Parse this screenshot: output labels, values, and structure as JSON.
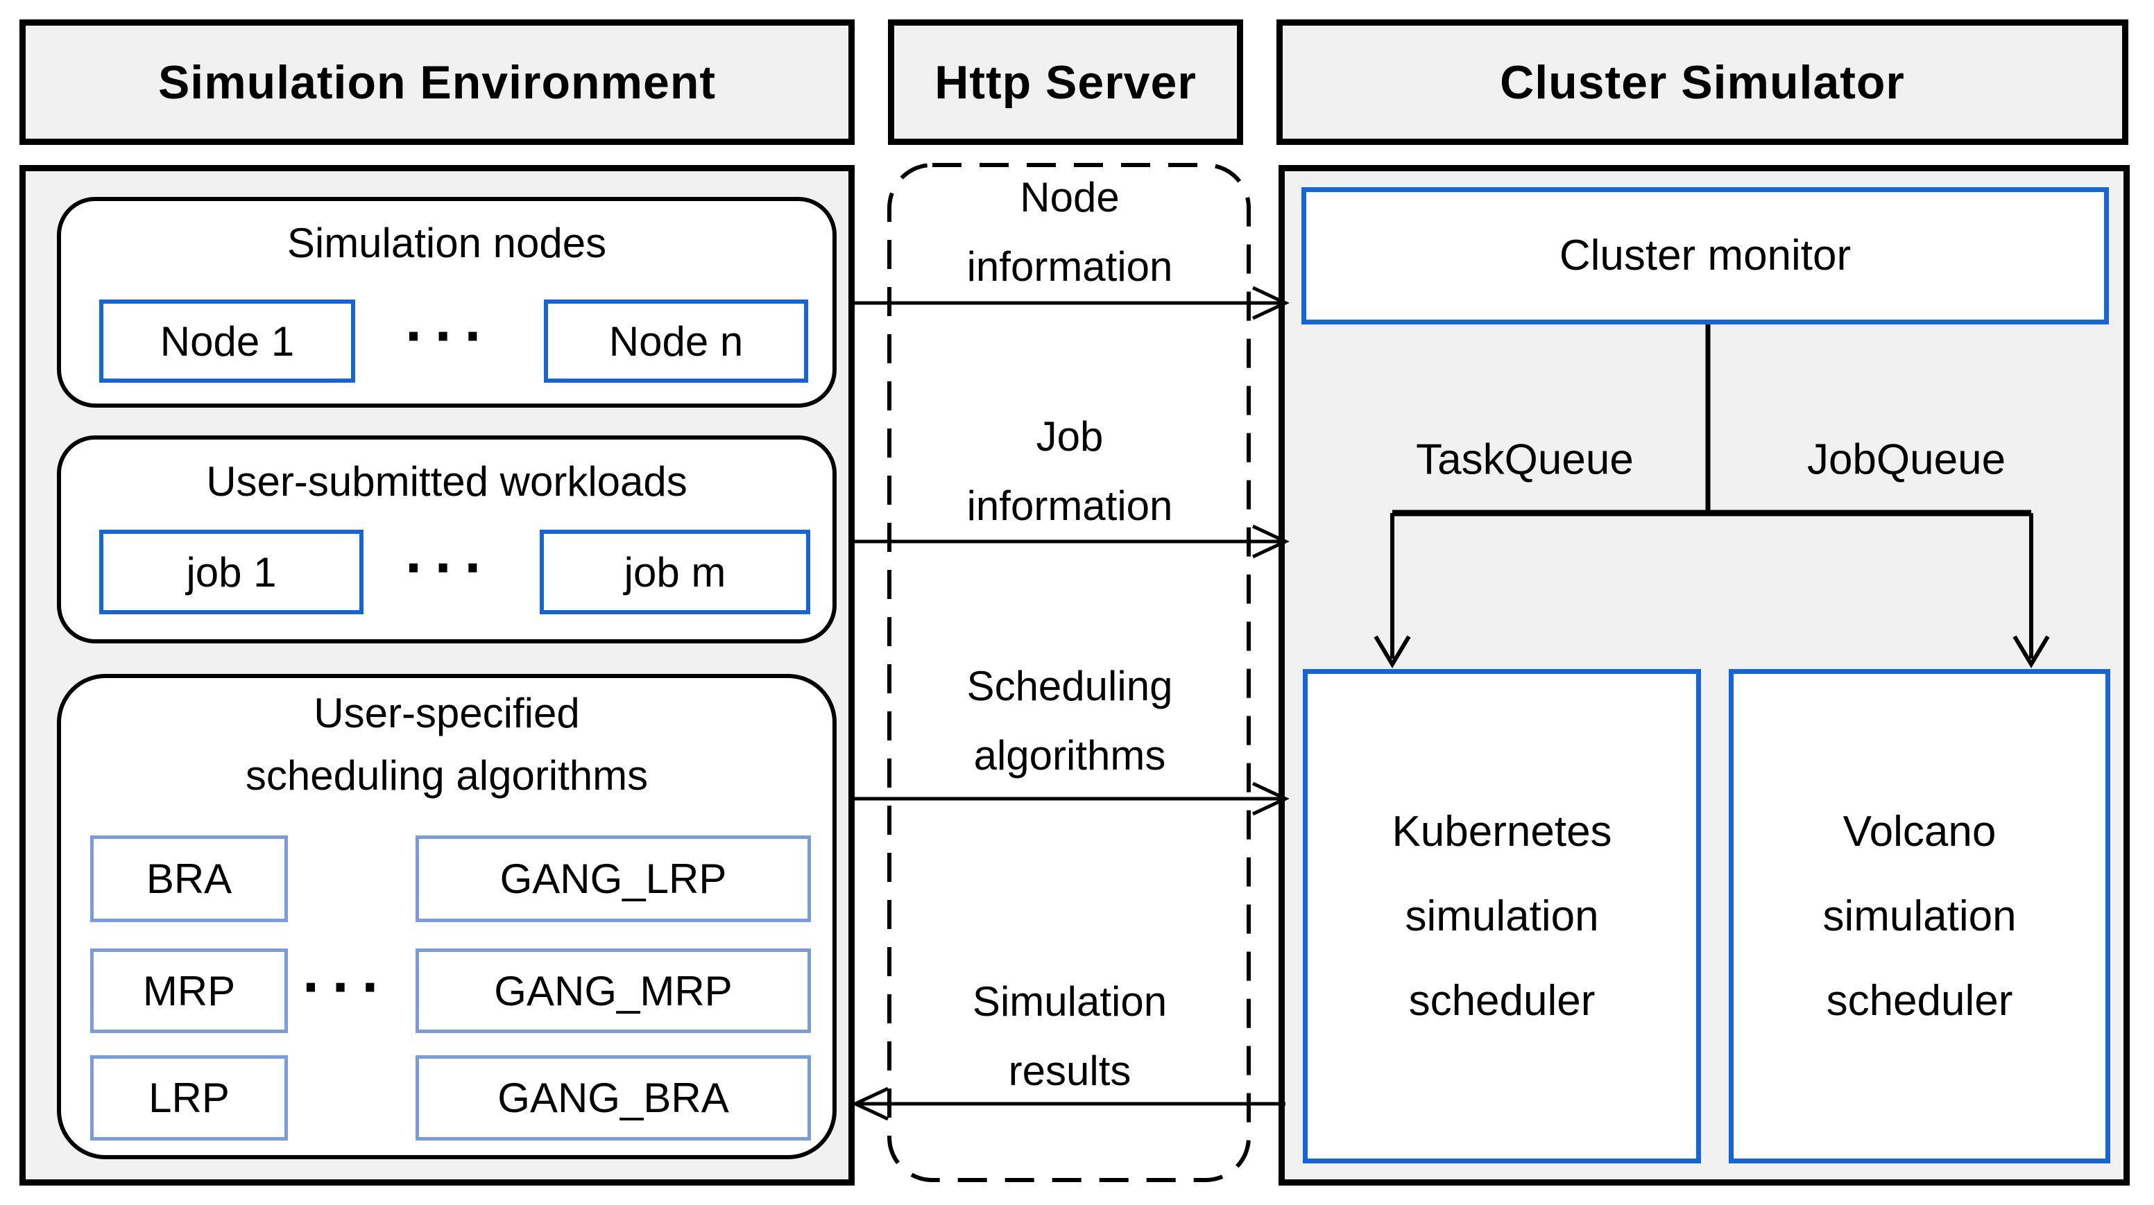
{
  "headers": {
    "left": "Simulation Environment",
    "middle": "Http Server",
    "right": "Cluster Simulator"
  },
  "simulation_environment": {
    "nodes_group": {
      "title": "Simulation nodes",
      "first_item": "Node 1",
      "last_item": "Node n",
      "ellipsis": "···"
    },
    "workloads_group": {
      "title": "User-submitted workloads",
      "first_item": "job 1",
      "last_item": "job m",
      "ellipsis": "···"
    },
    "algorithms_group": {
      "title_line1": "User-specified",
      "title_line2": "scheduling algorithms",
      "ellipsis": "···",
      "column1": [
        "BRA",
        "MRP",
        "LRP"
      ],
      "column2": [
        "GANG_LRP",
        "GANG_MRP",
        "GANG_BRA"
      ]
    }
  },
  "http_server": {
    "flows": [
      {
        "line1": "Node",
        "line2": "information",
        "direction": "right"
      },
      {
        "line1": "Job",
        "line2": "information",
        "direction": "right"
      },
      {
        "line1": "Scheduling",
        "line2": "algorithms",
        "direction": "right"
      },
      {
        "line1": "Simulation",
        "line2": "results",
        "direction": "left"
      }
    ]
  },
  "cluster_simulator": {
    "monitor_label": "Cluster monitor",
    "queues": {
      "task": "TaskQueue",
      "job": "JobQueue"
    },
    "scheduler1": {
      "line1": "Kubernetes",
      "line2": "simulation",
      "line3": "scheduler"
    },
    "scheduler2": {
      "line1": "Volcano",
      "line2": "simulation",
      "line3": "scheduler"
    }
  },
  "colors": {
    "accent_blue": "#1565d8",
    "light_blue": "#7b9bdf",
    "panel_gray": "#f0f0f0",
    "line_black": "#000000"
  }
}
